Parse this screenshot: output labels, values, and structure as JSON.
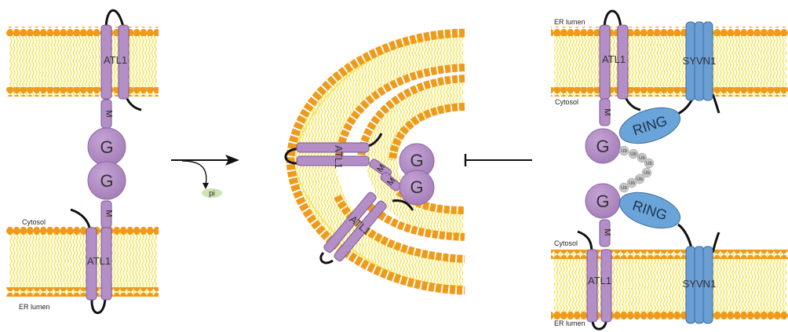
{
  "colors": {
    "lipid_head": "#EE9A1C",
    "lipid_tail": "#F2E24A",
    "atl1": "#B48EC6",
    "atl1_stroke": "#7E5A93",
    "syvn1": "#6A9ED4",
    "syvn1_stroke": "#3F6E9E",
    "ring": "#6AA4D8",
    "ub": "#C8C8C8",
    "pi": "#CDE3B4",
    "loop": "#111111"
  },
  "left_panel": {
    "top_protein_label": "ATL1",
    "bottom_protein_label": "ATL1",
    "m_label_top": "M",
    "m_label_bottom": "M",
    "g_label_top": "G",
    "g_label_bottom": "G",
    "cytosol_label": "Cytosol",
    "er_lumen_label": "ER lumen"
  },
  "reaction": {
    "product_label": "pi"
  },
  "middle_panel": {
    "protein_label_1": "ATL1",
    "protein_label_2": "ATL1",
    "m_label_1": "M",
    "m_label_2": "M",
    "g_label_1": "G",
    "g_label_2": "G"
  },
  "right_panel": {
    "top_er_lumen_label": "ER lumen",
    "top_cytosol_label": "Cytosol",
    "bottom_cytosol_label": "Cytosol",
    "bottom_er_lumen_label": "ER lumen",
    "atl1_top_label": "ATL1",
    "atl1_bottom_label": "ATL1",
    "syvn1_top_label": "SYVN1",
    "syvn1_bottom_label": "SYVN1",
    "ring_top_label": "RING",
    "ring_bottom_label": "RING",
    "g_top_label": "G",
    "g_bottom_label": "G",
    "m_top_label": "M",
    "m_bottom_label": "M",
    "ub_labels": [
      "Ub",
      "Ub",
      "Ub",
      "Ub",
      "Ub",
      "Ub",
      "Ub",
      "Ub"
    ]
  }
}
